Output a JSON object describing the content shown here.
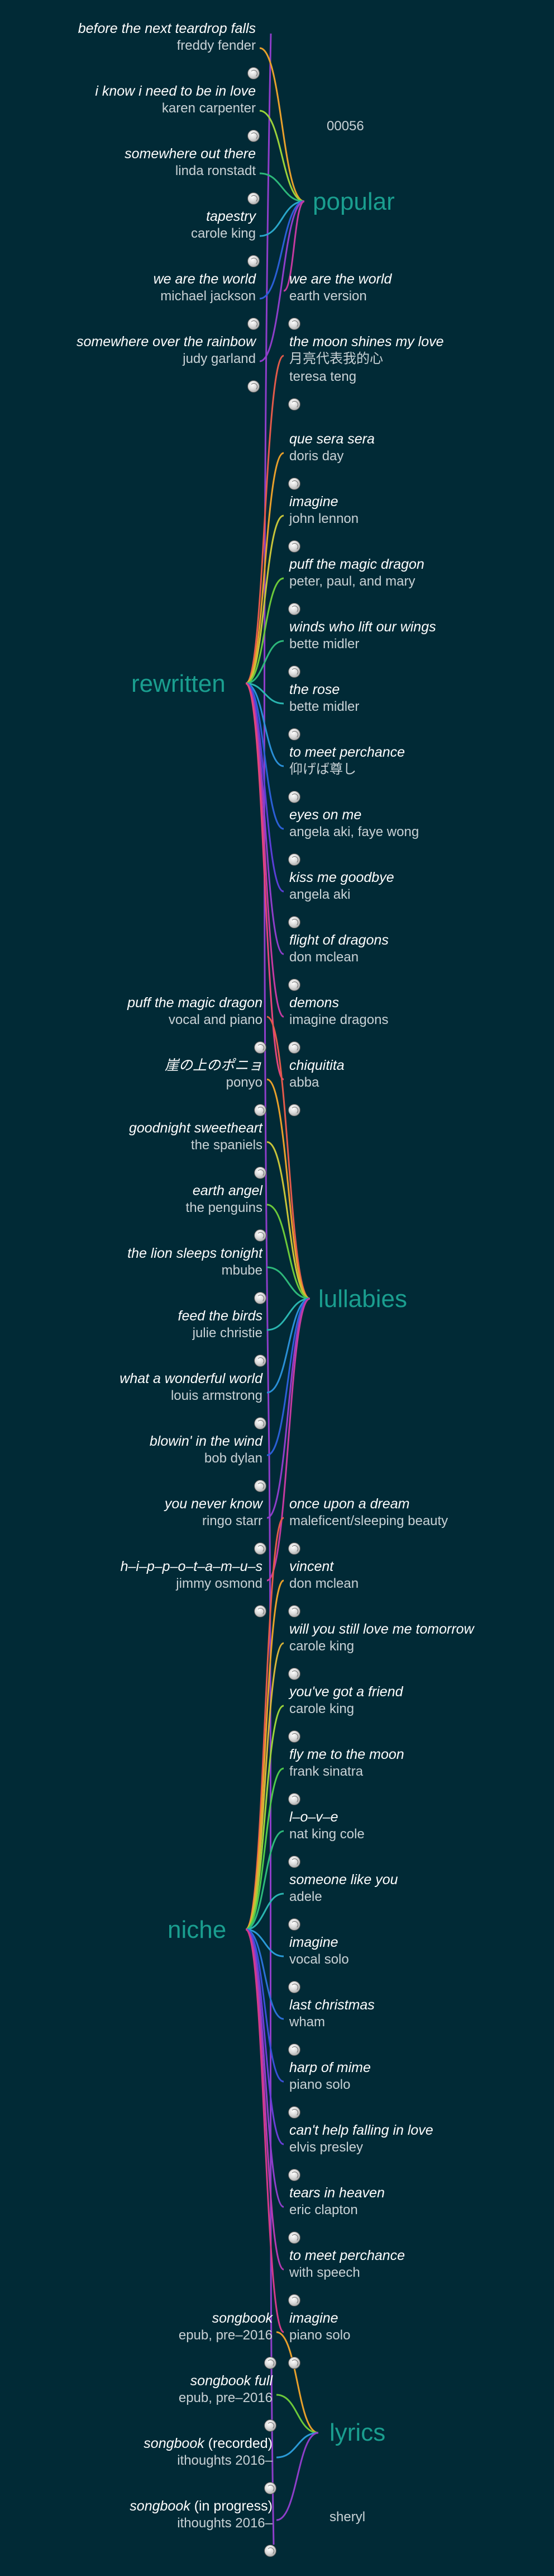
{
  "root": {
    "sheryl": "sheryl",
    "code": "00056"
  },
  "hubs": {
    "popular": "popular",
    "rewritten": "rewritten",
    "lullabies": "lullabies",
    "niche": "niche",
    "lyrics": "lyrics"
  },
  "colors": {
    "background": "#012a36",
    "hub_text": "#1a9e8f"
  },
  "popular": [
    {
      "title": "before the next teardrop falls",
      "artist": "freddy fender",
      "color": "#e8a02b"
    },
    {
      "title": "i know i need to be in love",
      "artist": "karen carpenter",
      "color": "#9bd23a"
    },
    {
      "title": "somewhere out there",
      "artist": "linda ronstadt",
      "color": "#2db87a"
    },
    {
      "title": "tapestry",
      "artist": "carole king",
      "color": "#2aa6c9"
    },
    {
      "title": "we are the world",
      "artist": "michael jackson",
      "color": "#2b5fd6"
    },
    {
      "title": "somewhere over the rainbow",
      "artist": "judy garland",
      "color": "#8e3ec9"
    },
    {
      "title": "we are the world",
      "artist": "earth version",
      "color": "#c43aa0"
    }
  ],
  "rewritten": [
    {
      "title": "the moon shines my love",
      "artist": "月亮代表我的心",
      "artist2": "teresa teng",
      "color": "#e35a4a"
    },
    {
      "title": "que sera sera",
      "artist": "doris day",
      "color": "#e8a02b"
    },
    {
      "title": "imagine",
      "artist": "john lennon",
      "color": "#c7c43a"
    },
    {
      "title": "puff the magic dragon",
      "artist": "peter, paul, and mary",
      "color": "#6cc93a"
    },
    {
      "title": "winds who lift our wings",
      "artist": "bette midler",
      "color": "#2db87a"
    },
    {
      "title": "the rose",
      "artist": "bette midler",
      "color": "#2ab5b0"
    },
    {
      "title": "to meet perchance",
      "artist": "仰げば尊し",
      "color": "#2a8fd6"
    },
    {
      "title": "eyes on me",
      "artist": "angela aki, faye wong",
      "color": "#2b5fd6"
    },
    {
      "title": "kiss me goodbye",
      "artist": "angela aki",
      "color": "#5a3ed6"
    },
    {
      "title": "flight of dragons",
      "artist": "don mclean",
      "color": "#8e3ec9"
    },
    {
      "title": "demons",
      "artist": "imagine dragons",
      "color": "#c43aa0"
    },
    {
      "title": "chiquitita",
      "artist": "abba",
      "color": "#e3457a"
    }
  ],
  "lullabies": [
    {
      "title": "puff the magic dragon",
      "artist": "vocal and piano",
      "color": "#e35a4a"
    },
    {
      "title": "崖の上のポニョ",
      "artist": "ponyo",
      "color": "#e8a02b"
    },
    {
      "title": "goodnight sweetheart",
      "artist": "the spaniels",
      "color": "#c7c43a"
    },
    {
      "title": "earth angel",
      "artist": "the penguins",
      "color": "#6cc93a"
    },
    {
      "title": "the lion sleeps tonight",
      "artist": "mbube",
      "color": "#2db87a"
    },
    {
      "title": "feed the birds",
      "artist": "julie christie",
      "color": "#2ab5b0"
    },
    {
      "title": "what a wonderful world",
      "artist": "louis armstrong",
      "color": "#2a8fd6"
    },
    {
      "title": "blowin' in the wind",
      "artist": "bob dylan",
      "color": "#2b5fd6"
    },
    {
      "title": "you never know",
      "artist": "ringo starr",
      "color": "#8e3ec9"
    },
    {
      "title": "h–i–p–p–o–t–a–m–u–s",
      "artist": "jimmy osmond",
      "color": "#c43aa0"
    }
  ],
  "niche": [
    {
      "title": "once upon a dream",
      "artist": "maleficent/sleeping beauty",
      "color": "#e35a4a"
    },
    {
      "title": "vincent",
      "artist": "don mclean",
      "color": "#e8a02b"
    },
    {
      "title": "will you still love me tomorrow",
      "artist": "carole king",
      "color": "#d6b43a"
    },
    {
      "title": "you've got a friend",
      "artist": "carole king",
      "color": "#9bd23a"
    },
    {
      "title": "fly me to the moon",
      "artist": "frank sinatra",
      "color": "#4fc94a"
    },
    {
      "title": "l–o–v–e",
      "artist": "nat king cole",
      "color": "#2db87a"
    },
    {
      "title": "someone like you",
      "artist": "adele",
      "color": "#2ab5b0"
    },
    {
      "title": "imagine",
      "artist": "vocal solo",
      "color": "#2a9ad6"
    },
    {
      "title": "last christmas",
      "artist": "wham",
      "color": "#2b6fd6"
    },
    {
      "title": "harp of mime",
      "artist": "piano solo",
      "color": "#3a4fd6"
    },
    {
      "title": "can't help falling in love",
      "artist": "elvis presley",
      "color": "#6a3ed6"
    },
    {
      "title": "tears in heaven",
      "artist": "eric clapton",
      "color": "#8e3ec9"
    },
    {
      "title": "to meet perchance",
      "artist": "with speech",
      "color": "#b43ab0"
    },
    {
      "title": "imagine",
      "artist": "piano solo",
      "color": "#d43a8a"
    }
  ],
  "lyrics": [
    {
      "title": "songbook",
      "suffix": "",
      "artist": "epub, pre–2016",
      "color": "#e8a02b"
    },
    {
      "title": "songbook full",
      "suffix": "",
      "artist": "epub, pre–2016",
      "color": "#6cc93a"
    },
    {
      "title": "songbook",
      "suffix": " (recorded)",
      "artist": "ithoughts 2016–",
      "color": "#2a9ad6"
    },
    {
      "title": "songbook",
      "suffix": " (in progress)",
      "artist": "ithoughts 2016–",
      "color": "#8e3ec9"
    }
  ]
}
